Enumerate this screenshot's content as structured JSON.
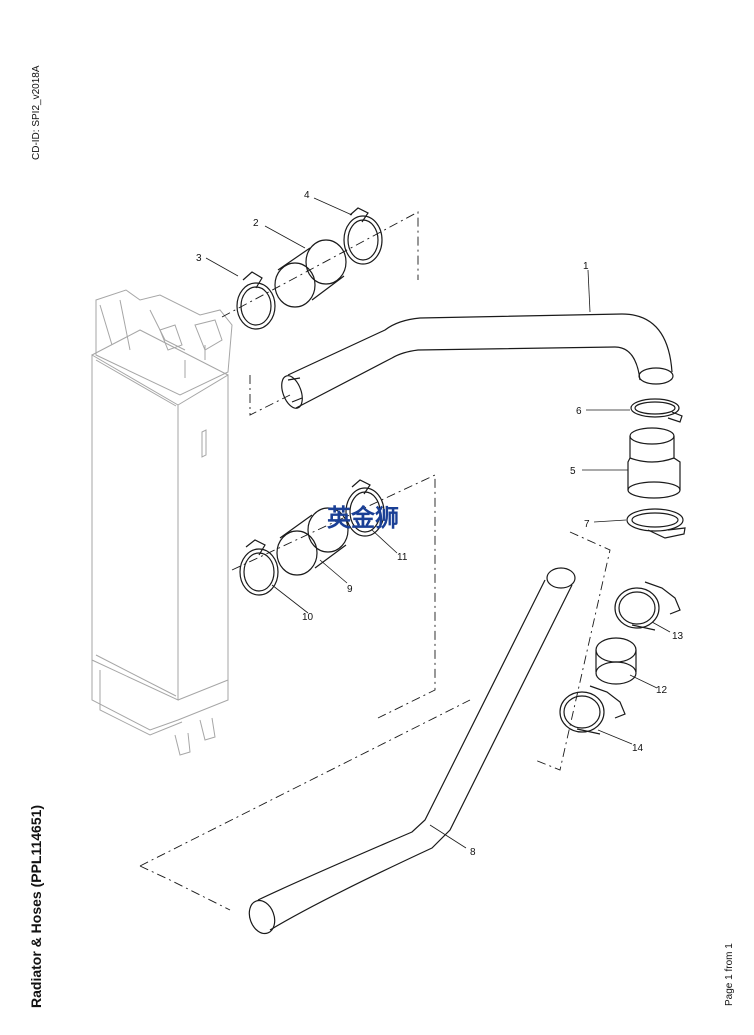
{
  "header": {
    "cd_id": "CD-ID: SPI2_v2018A"
  },
  "title": "Radiator & Hoses (PPL114651)",
  "footer": {
    "page": "Page 1 from 1"
  },
  "watermark": "英金狮",
  "callouts": [
    "1",
    "2",
    "3",
    "4",
    "5",
    "6",
    "7",
    "8",
    "9",
    "10",
    "11",
    "12",
    "13",
    "14"
  ],
  "colors": {
    "line": "#1a1a1a",
    "radiator": "#a6a6a6",
    "watermark": "#1a3f95"
  }
}
